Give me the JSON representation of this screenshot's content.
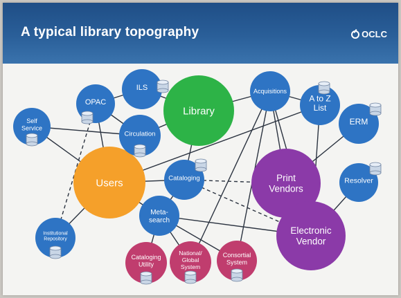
{
  "slide": {
    "title": "A typical library topography",
    "logo_text": "OCLC"
  },
  "nodes": [
    {
      "id": "library",
      "label": [
        "Library"
      ],
      "color": "#2db347",
      "db": false
    },
    {
      "id": "users",
      "label": [
        "Users"
      ],
      "color": "#f5a02a",
      "db": false
    },
    {
      "id": "ils",
      "label": [
        "ILS"
      ],
      "color": "#2e74c4",
      "db": true
    },
    {
      "id": "opac",
      "label": [
        "OPAC"
      ],
      "color": "#2e74c4",
      "db": true
    },
    {
      "id": "self",
      "label": [
        "Self",
        "Service"
      ],
      "color": "#2e74c4",
      "db": true
    },
    {
      "id": "circulation",
      "label": [
        "Circulation"
      ],
      "color": "#2e74c4",
      "db": true
    },
    {
      "id": "cataloging",
      "label": [
        "Cataloging"
      ],
      "color": "#2e74c4",
      "db": true
    },
    {
      "id": "metasearch",
      "label": [
        "Meta-",
        "search"
      ],
      "color": "#2e74c4",
      "db": false
    },
    {
      "id": "acquisitions",
      "label": [
        "Acquisitions"
      ],
      "color": "#2e74c4",
      "db": false
    },
    {
      "id": "atoz",
      "label": [
        "A to Z",
        "List"
      ],
      "color": "#2e74c4",
      "db": true
    },
    {
      "id": "erm",
      "label": [
        "ERM"
      ],
      "color": "#2e74c4",
      "db": true
    },
    {
      "id": "resolver",
      "label": [
        "Resolver"
      ],
      "color": "#2e74c4",
      "db": true
    },
    {
      "id": "print",
      "label": [
        "Print",
        "Vendors"
      ],
      "color": "#8b3aa8",
      "db": false
    },
    {
      "id": "evendor",
      "label": [
        "Electronic",
        "Vendor"
      ],
      "color": "#8b3aa8",
      "db": false
    },
    {
      "id": "repository",
      "label": [
        "Institutional",
        "Repository"
      ],
      "color": "#2e74c4",
      "db": true
    },
    {
      "id": "catutility",
      "label": [
        "Cataloging",
        "Utility"
      ],
      "color": "#c03d6e",
      "db": true
    },
    {
      "id": "national",
      "label": [
        "National/",
        "Global",
        "System"
      ],
      "color": "#c03d6e",
      "db": true
    },
    {
      "id": "consortial",
      "label": [
        "Consortial",
        "System"
      ],
      "color": "#c03d6e",
      "db": true
    }
  ],
  "edges": [
    {
      "from": "opac",
      "to": "ils",
      "style": "solid"
    },
    {
      "from": "ils",
      "to": "library",
      "style": "solid"
    },
    {
      "from": "library",
      "to": "acquisitions",
      "style": "solid"
    },
    {
      "from": "acquisitions",
      "to": "atoz",
      "style": "solid"
    },
    {
      "from": "opac",
      "to": "circulation",
      "style": "solid"
    },
    {
      "from": "circulation",
      "to": "library",
      "style": "solid"
    },
    {
      "from": "self",
      "to": "circulation",
      "style": "solid"
    },
    {
      "from": "self",
      "to": "users",
      "style": "solid"
    },
    {
      "from": "opac",
      "to": "users",
      "style": "solid"
    },
    {
      "from": "circulation",
      "to": "users",
      "style": "solid"
    },
    {
      "from": "users",
      "to": "cataloging",
      "style": "solid"
    },
    {
      "from": "users",
      "to": "atoz",
      "style": "solid"
    },
    {
      "from": "users",
      "to": "metasearch",
      "style": "solid"
    },
    {
      "from": "users",
      "to": "repository",
      "style": "solid"
    },
    {
      "from": "opac",
      "to": "repository",
      "style": "dashed"
    },
    {
      "from": "library",
      "to": "cataloging",
      "style": "solid"
    },
    {
      "from": "cataloging",
      "to": "metasearch",
      "style": "solid"
    },
    {
      "from": "cataloging",
      "to": "print",
      "style": "dashed"
    },
    {
      "from": "cataloging",
      "to": "evendor",
      "style": "dashed"
    },
    {
      "from": "metasearch",
      "to": "catutility",
      "style": "solid"
    },
    {
      "from": "metasearch",
      "to": "national",
      "style": "solid"
    },
    {
      "from": "metasearch",
      "to": "consortial",
      "style": "solid"
    },
    {
      "from": "metasearch",
      "to": "evendor",
      "style": "solid"
    },
    {
      "from": "acquisitions",
      "to": "print",
      "style": "solid"
    },
    {
      "from": "acquisitions",
      "to": "national",
      "style": "solid"
    },
    {
      "from": "acquisitions",
      "to": "consortial",
      "style": "solid"
    },
    {
      "from": "acquisitions",
      "to": "evendor",
      "style": "solid"
    },
    {
      "from": "atoz",
      "to": "evendor",
      "style": "solid"
    },
    {
      "from": "erm",
      "to": "print",
      "style": "solid"
    },
    {
      "from": "resolver",
      "to": "evendor",
      "style": "solid"
    }
  ]
}
